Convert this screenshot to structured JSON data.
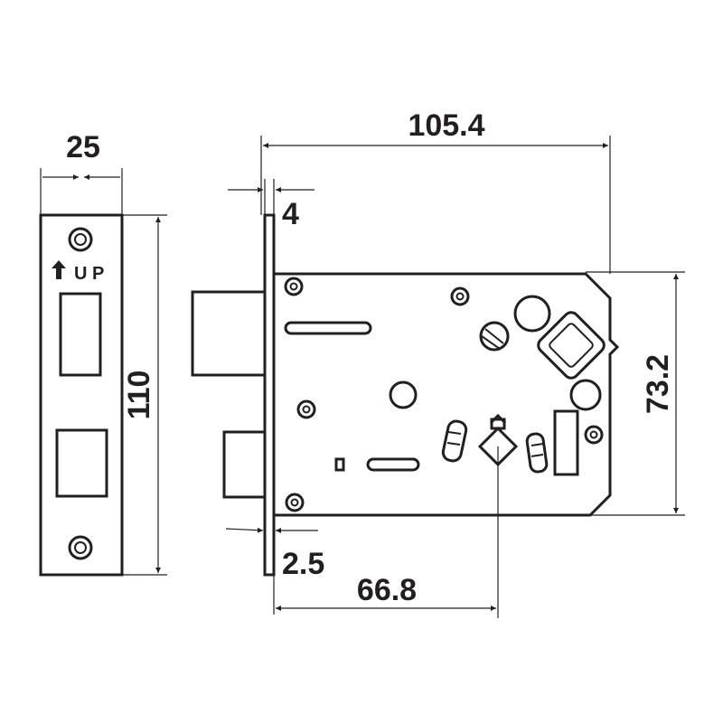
{
  "faceplate": {
    "up_label": "U P"
  },
  "dimensions": {
    "faceplate_width": "25",
    "faceplate_height": "110",
    "forend_thickness": "4",
    "overall_depth": "105.4",
    "body_height": "73.2",
    "forend_offset": "2.5",
    "backset": "66.8"
  }
}
